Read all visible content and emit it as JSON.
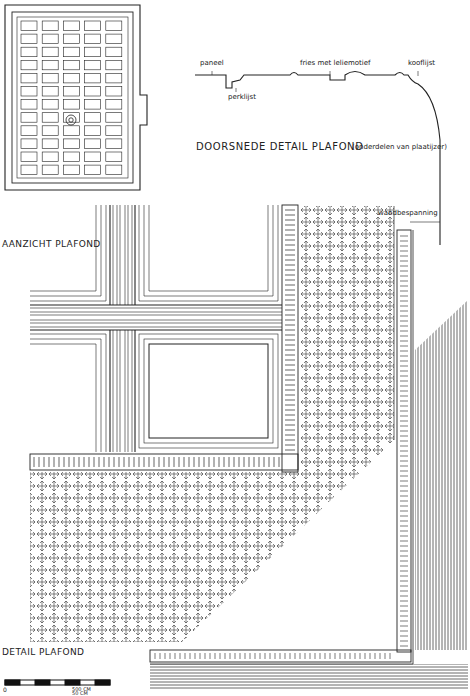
{
  "diagram": {
    "labels": [
      "paneel",
      "fries met leliemotief",
      "kooflijst",
      "perklijst",
      "DOORSNEDE DETAIL PLAFOND",
      "(onderdelen van plaatijzer)",
      "wandbespanning",
      "AANZICHT PLAFOND",
      "DETAIL PLAFOND",
      "0",
      "500 CM",
      "50 CM"
    ]
  }
}
